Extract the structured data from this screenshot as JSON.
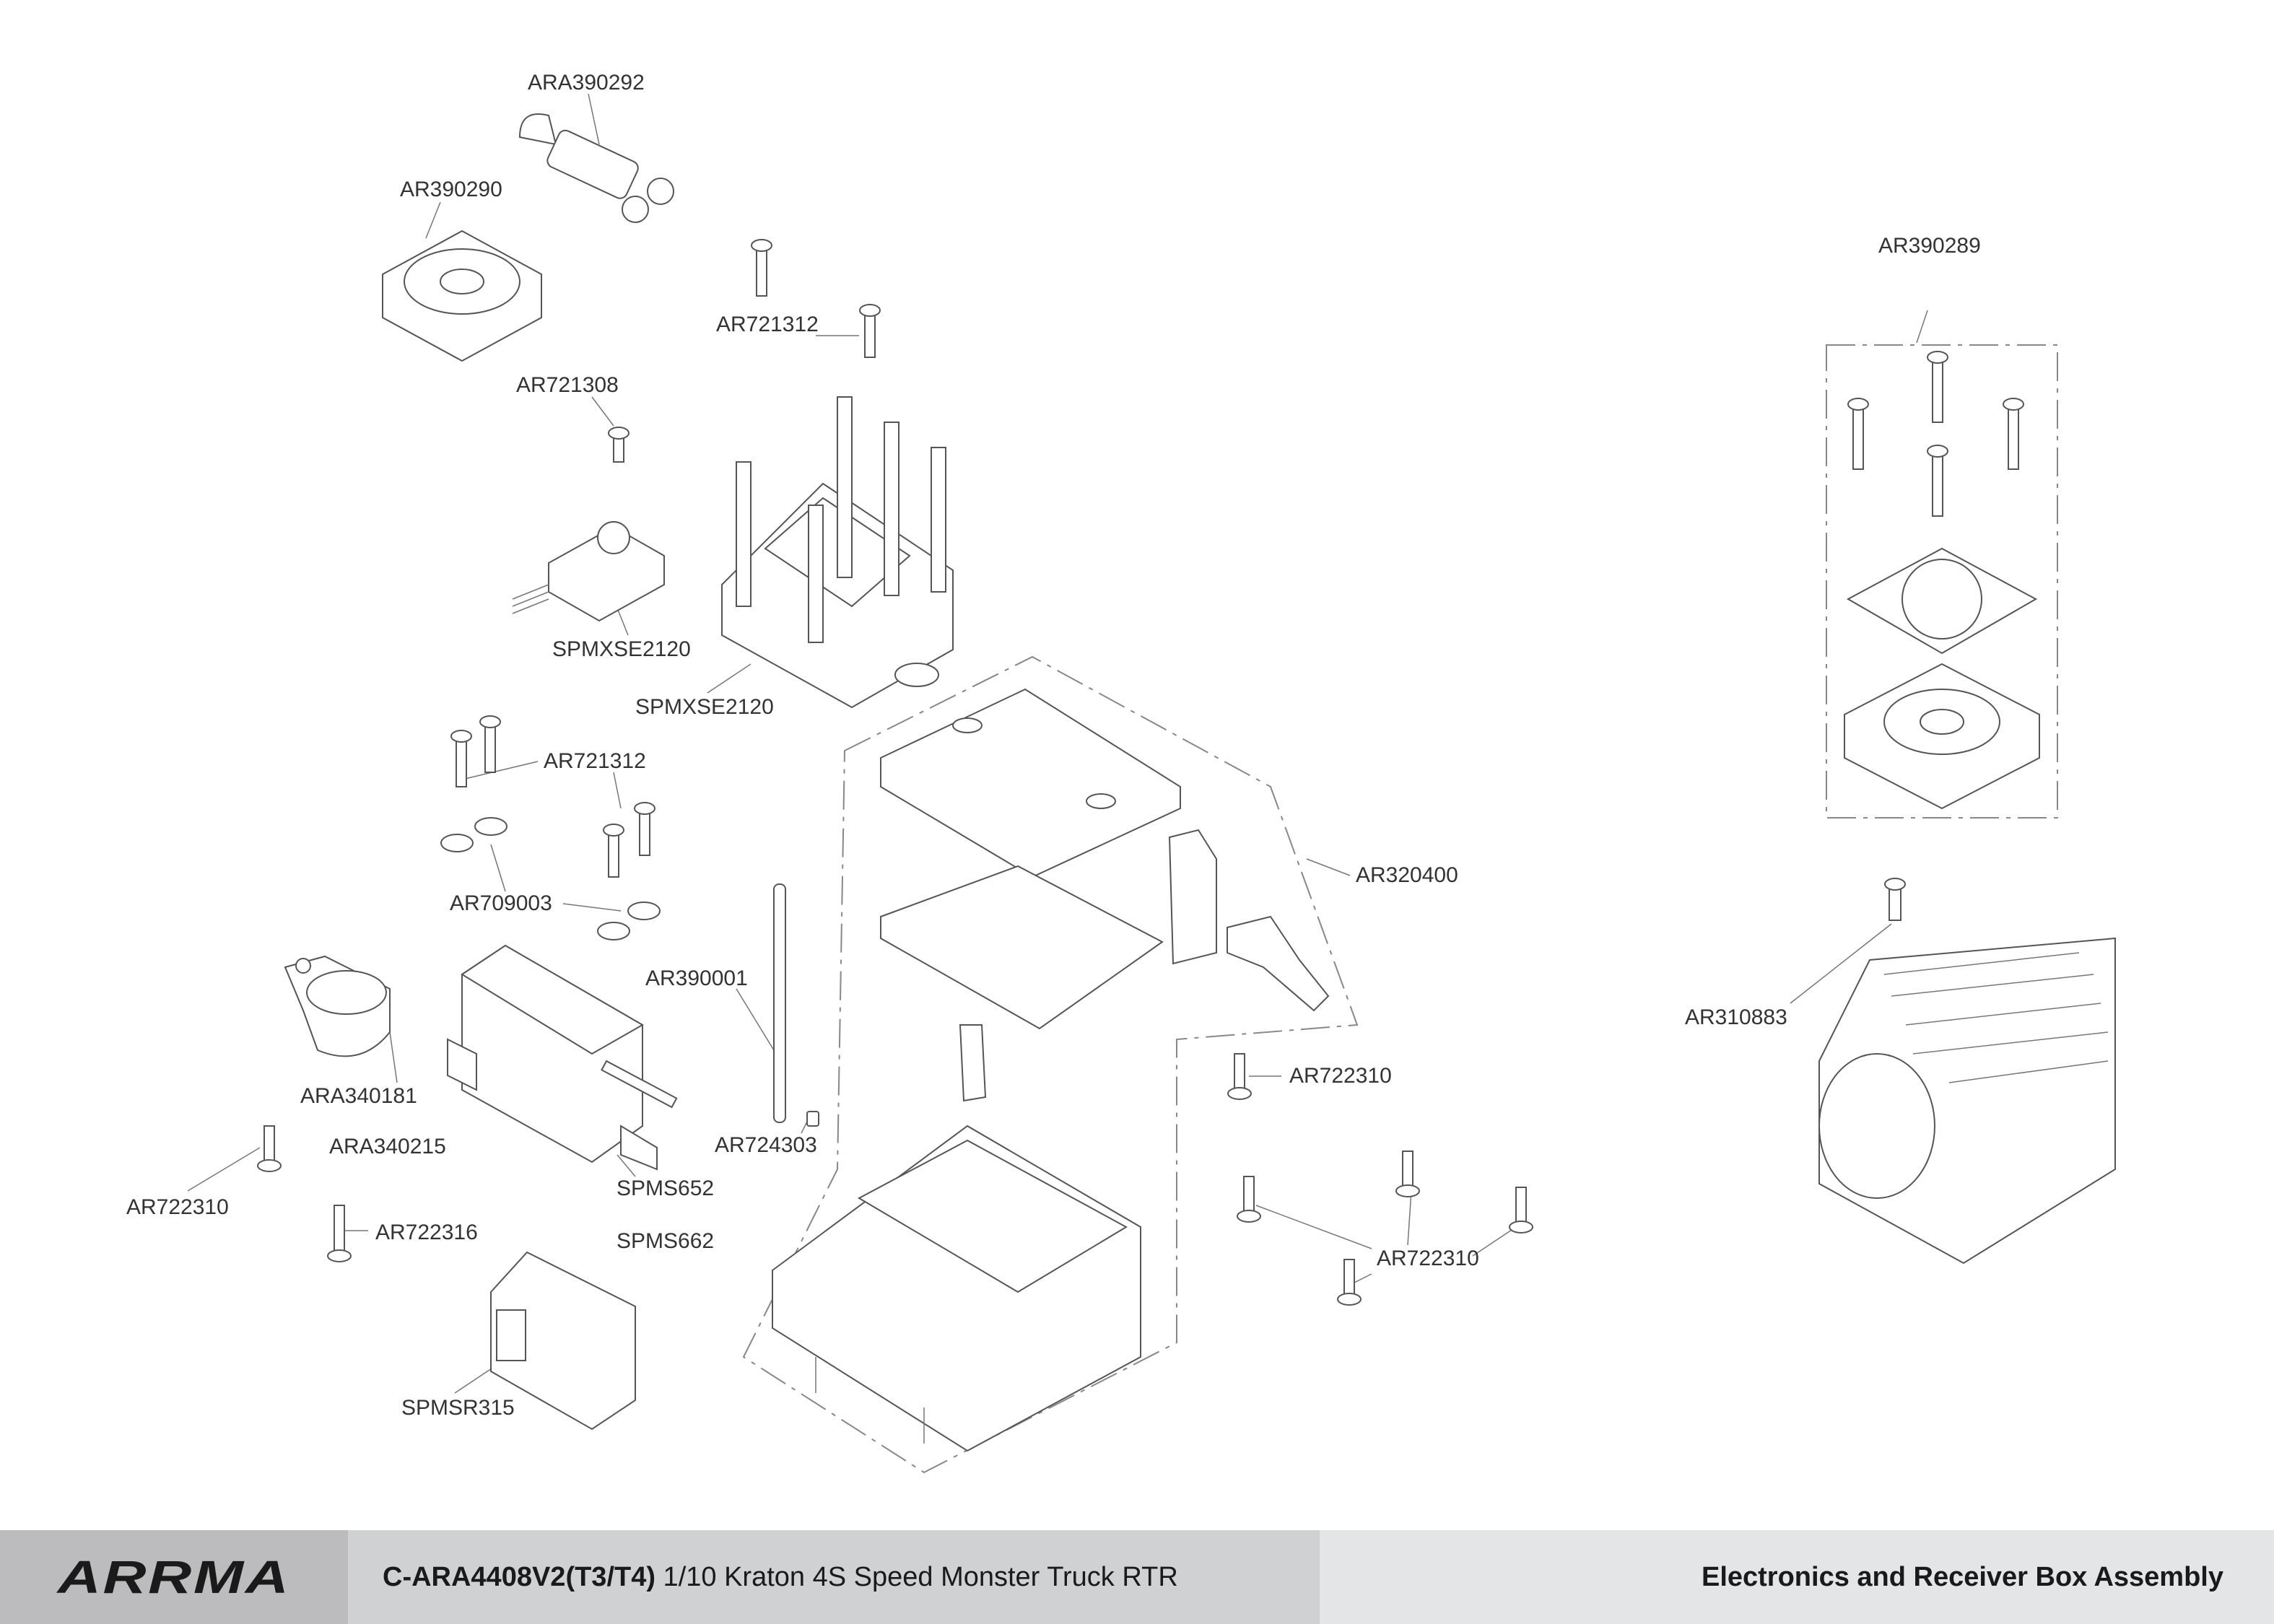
{
  "labels": {
    "ara390292": "ARA390292",
    "ar390290": "AR390290",
    "ar721312_top": "AR721312",
    "ar721308": "AR721308",
    "spmxse2120_a": "SPMXSE2120",
    "spmxse2120_b": "SPMXSE2120",
    "ar721312_mid": "AR721312",
    "ar709003": "AR709003",
    "ar390001": "AR390001",
    "ara340181": "ARA340181",
    "ara340215": "ARA340215",
    "ar724303": "AR724303",
    "ar722310_left": "AR722310",
    "spms652": "SPMS652",
    "ar722316": "AR722316",
    "spms662": "SPMS662",
    "spmsr315": "SPMSR315",
    "ar320400": "AR320400",
    "ar722310_mid": "AR722310",
    "ar722310_right": "AR722310",
    "ar390289": "AR390289",
    "ar310883": "AR310883"
  },
  "footer": {
    "logo": "ARRMA",
    "kit_code": "C-ARA4408V2(T3/T4)",
    "kit_name": " 1/10 Kraton 4S Speed Monster Truck RTR",
    "section_title": "Electronics and Receiver Box Assembly"
  }
}
